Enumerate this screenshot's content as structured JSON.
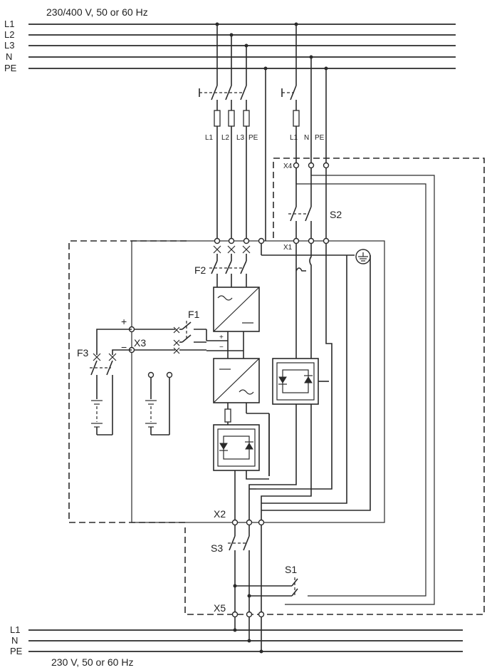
{
  "supply_top": {
    "voltage": "230/400 V, 50 or 60 Hz",
    "lines": [
      "L1",
      "L2",
      "L3",
      "N",
      "PE"
    ]
  },
  "fuse_group_3ph": {
    "labels": [
      "L1",
      "L2",
      "L3",
      "PE"
    ]
  },
  "fuse_group_1ph": {
    "labels": [
      "L1",
      "N",
      "PE"
    ]
  },
  "terminals": {
    "x1": "X1",
    "x2": "X2",
    "x3": "X3",
    "x4": "X4",
    "x5": "X5"
  },
  "switches": {
    "f1": "F1",
    "f2": "F2",
    "f3": "F3",
    "s1": "S1",
    "s2": "S2",
    "s3": "S3"
  },
  "battery_polarity": {
    "plus": "+",
    "minus": "−"
  },
  "supply_bottom": {
    "voltage": "230 V, 50 or 60 Hz",
    "lines": [
      "L1",
      "N",
      "PE"
    ]
  }
}
